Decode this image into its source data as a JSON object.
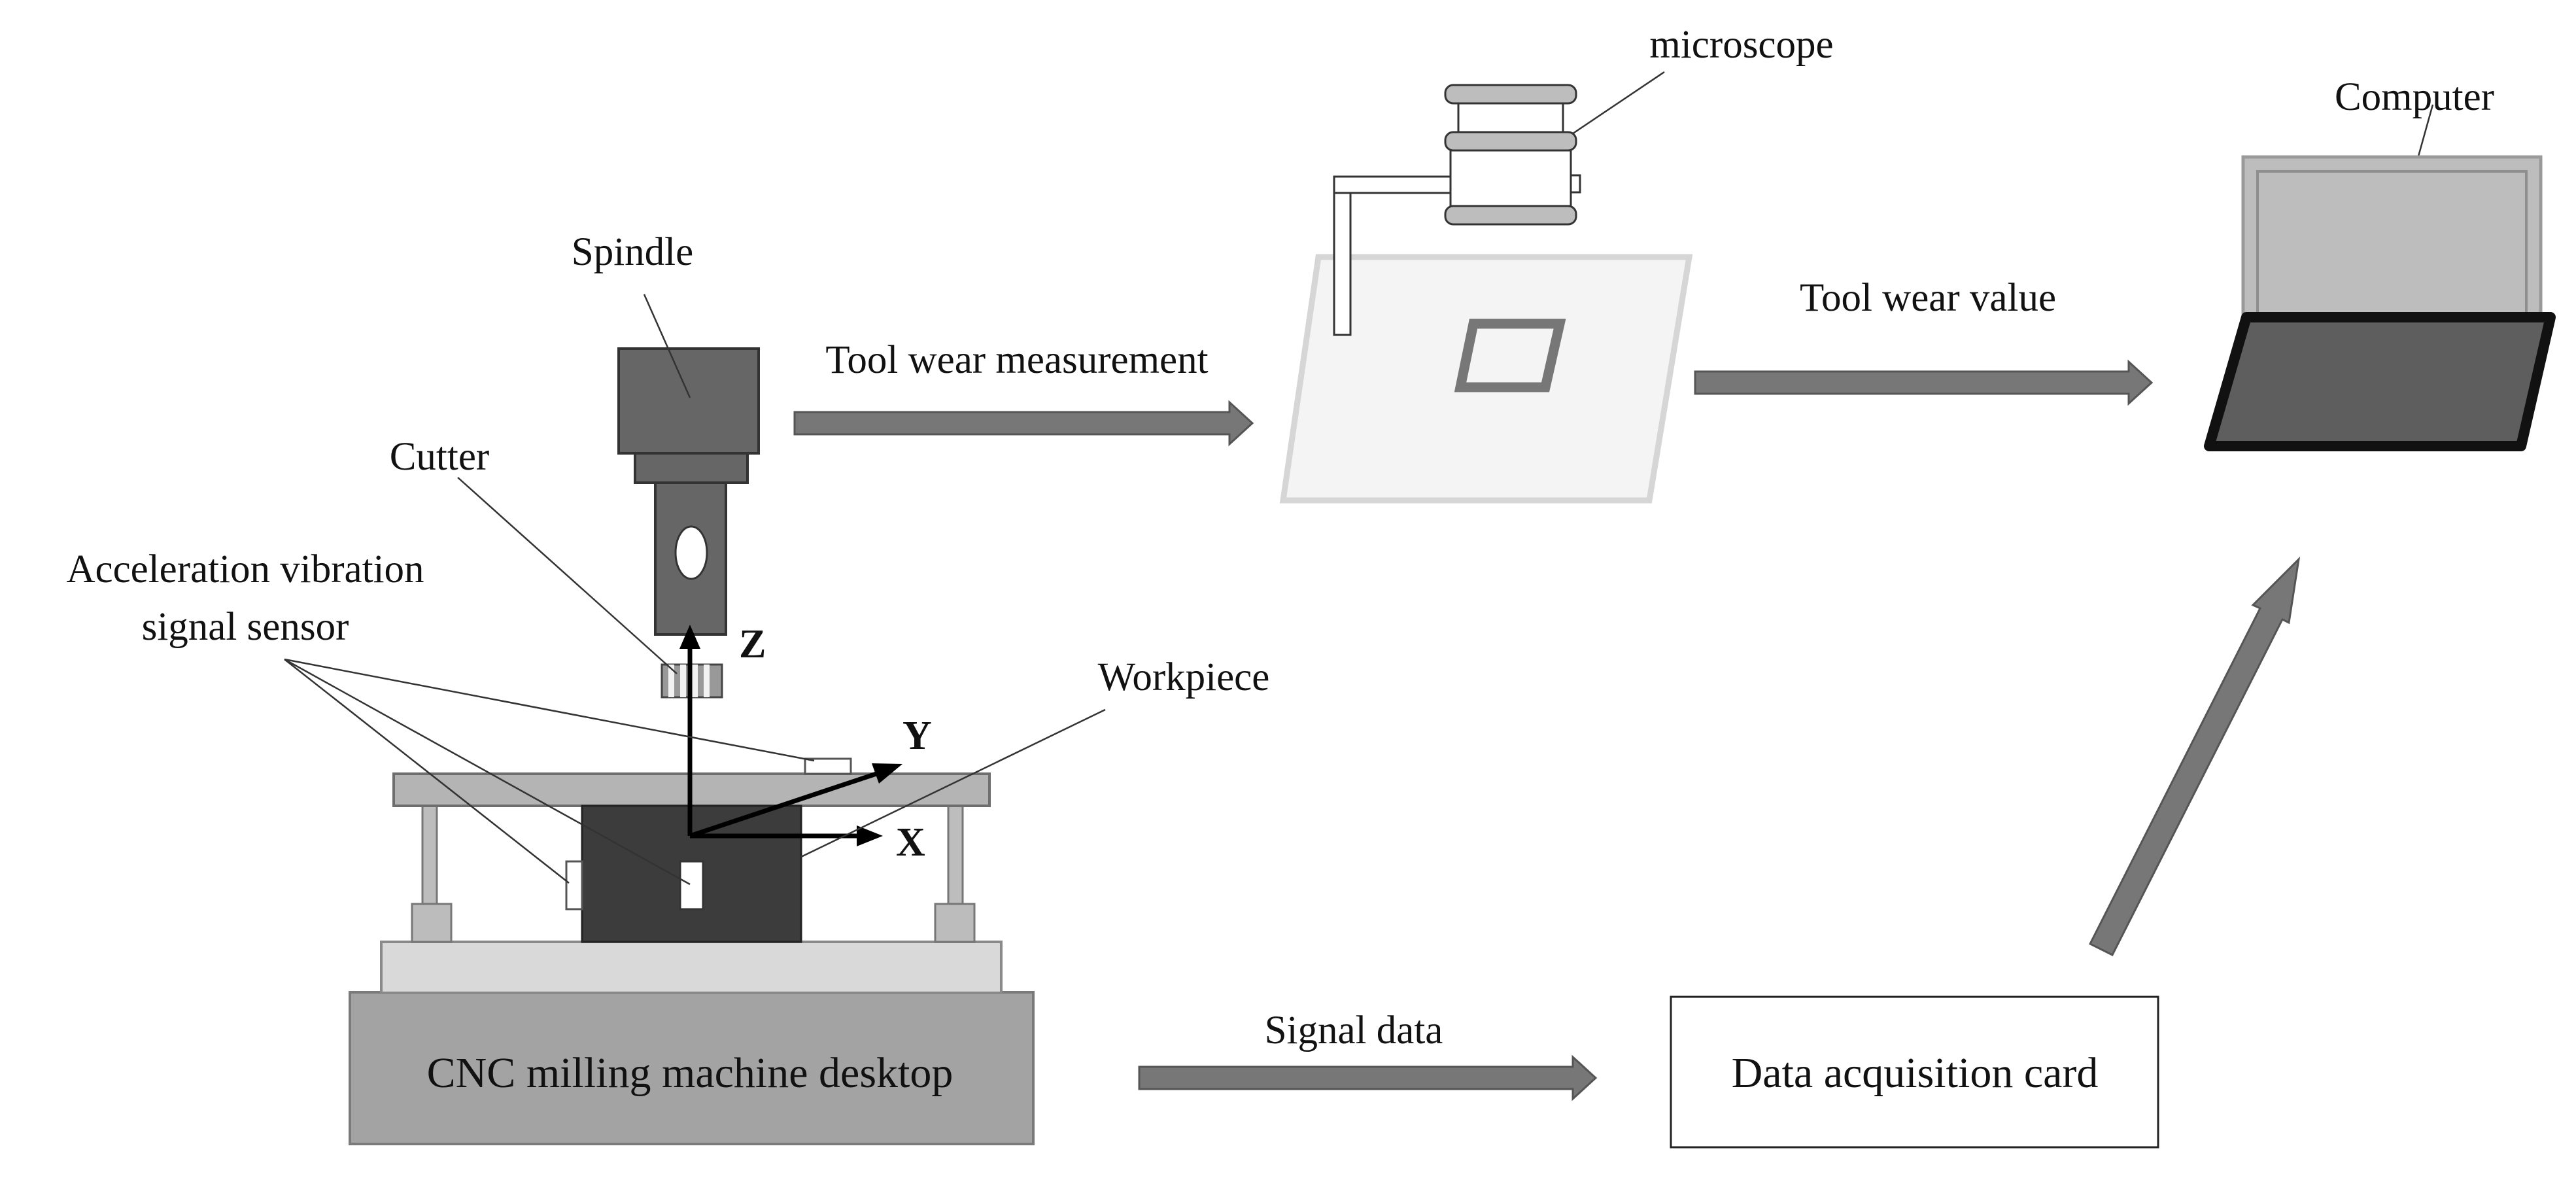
{
  "labels": {
    "microscope": "microscope",
    "computer": "Computer",
    "spindle": "Spindle",
    "tool_wear_measurement": "Tool wear measurement",
    "tool_wear_value": "Tool wear value",
    "cutter": "Cutter",
    "sensor_line1": "Acceleration vibration",
    "sensor_line2": "signal sensor",
    "workpiece": "Workpiece",
    "axis_z": "Z",
    "axis_y": "Y",
    "axis_x": "X",
    "machine_desktop": "CNC milling machine desktop",
    "signal_data": "Signal data",
    "daq_card": "Data acquisition card"
  },
  "colors": {
    "arrow": "#777777",
    "spindle_body": "#666666",
    "workpiece": "#3c3c3c",
    "table_plate": "#b4b4b4",
    "machine_base": "#a3a3a3",
    "laptop_screen": "#bdbdbd",
    "laptop_keyboard": "#5e5e5e"
  }
}
